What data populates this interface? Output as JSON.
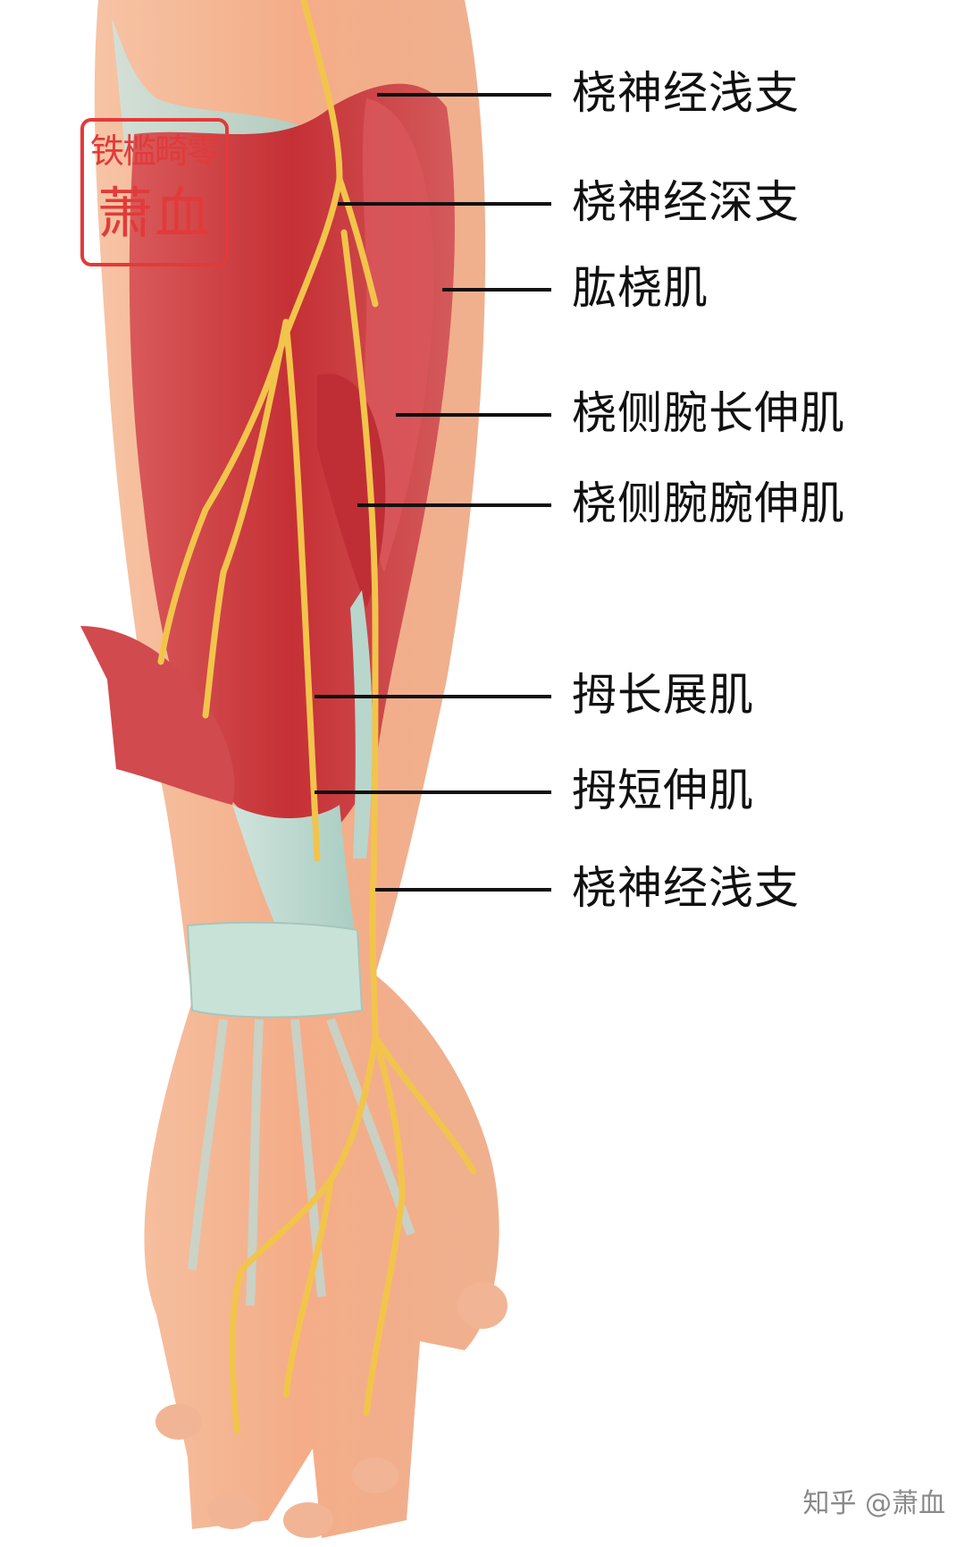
{
  "labels": [
    {
      "text": "桡神经浅支"
    },
    {
      "text": "桡神经深支"
    },
    {
      "text": "肱桡肌"
    },
    {
      "text": "桡侧腕长伸肌"
    },
    {
      "text": "桡侧腕腕伸肌"
    },
    {
      "text": "拇长展肌"
    },
    {
      "text": "拇短伸肌"
    },
    {
      "text": "桡神经浅支"
    }
  ],
  "seal": {
    "line1": "铁槛畸零",
    "line2": "萧血"
  },
  "watermark": "知乎 @萧血",
  "colors": {
    "muscle": "#c7383a",
    "tendon": "#bfd9cf",
    "nerve": "#f3c84a",
    "skin": "#f3b08d",
    "seal": "#e23a3a"
  }
}
